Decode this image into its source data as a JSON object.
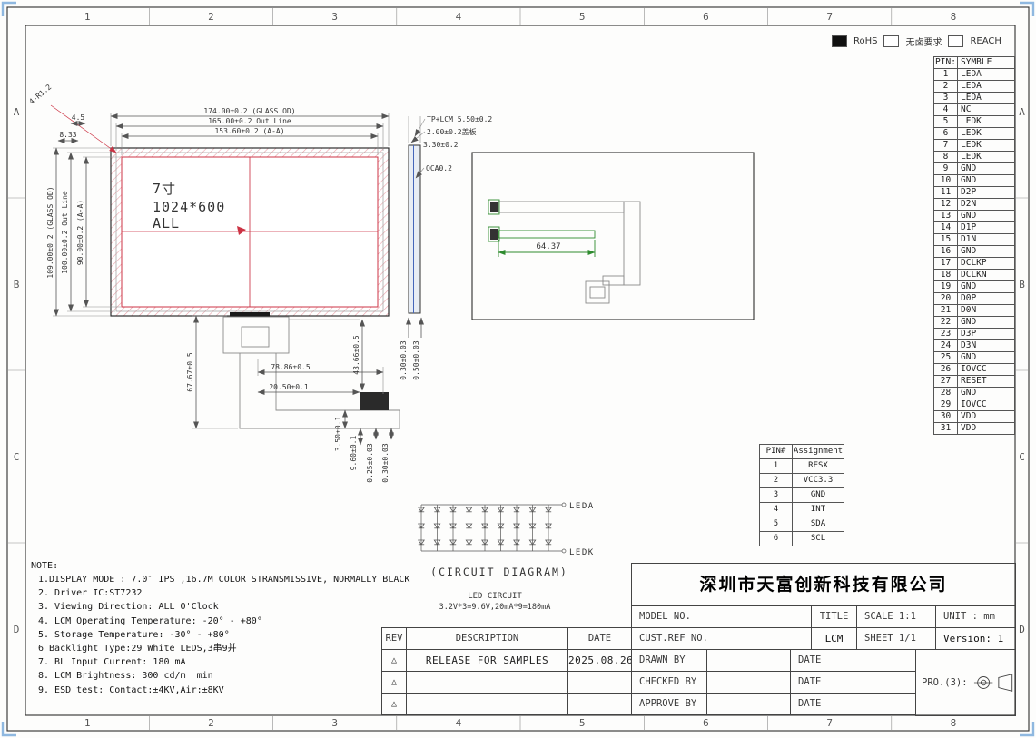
{
  "colors": {
    "line": "#3a3a3a",
    "accent_red": "#cc3344",
    "accent_green": "#2e8b2e",
    "corner_mark_blue": "#8fb8e0"
  },
  "grid": {
    "columns": [
      "1",
      "2",
      "3",
      "4",
      "5",
      "6",
      "7",
      "8"
    ],
    "rows": [
      "A",
      "B",
      "C",
      "D"
    ]
  },
  "compliance": {
    "items": [
      {
        "label": "RoHS",
        "checked": true
      },
      {
        "label": "无卤要求",
        "checked": false
      },
      {
        "label": "REACH",
        "checked": false
      }
    ]
  },
  "pin_table": {
    "header_pin": "PIN:",
    "header_symbol": "SYMBLE",
    "rows": [
      {
        "pin": "1",
        "symbol": "LEDA"
      },
      {
        "pin": "2",
        "symbol": "LEDA"
      },
      {
        "pin": "3",
        "symbol": "LEDA"
      },
      {
        "pin": "4",
        "symbol": "NC"
      },
      {
        "pin": "5",
        "symbol": "LEDK"
      },
      {
        "pin": "6",
        "symbol": "LEDK"
      },
      {
        "pin": "7",
        "symbol": "LEDK"
      },
      {
        "pin": "8",
        "symbol": "LEDK"
      },
      {
        "pin": "9",
        "symbol": "GND"
      },
      {
        "pin": "10",
        "symbol": "GND"
      },
      {
        "pin": "11",
        "symbol": "D2P"
      },
      {
        "pin": "12",
        "symbol": "D2N"
      },
      {
        "pin": "13",
        "symbol": "GND"
      },
      {
        "pin": "14",
        "symbol": "D1P"
      },
      {
        "pin": "15",
        "symbol": "D1N"
      },
      {
        "pin": "16",
        "symbol": "GND"
      },
      {
        "pin": "17",
        "symbol": "DCLKP"
      },
      {
        "pin": "18",
        "symbol": "DCLKN"
      },
      {
        "pin": "19",
        "symbol": "GND"
      },
      {
        "pin": "20",
        "symbol": "D0P"
      },
      {
        "pin": "21",
        "symbol": "D0N"
      },
      {
        "pin": "22",
        "symbol": "GND"
      },
      {
        "pin": "23",
        "symbol": "D3P"
      },
      {
        "pin": "24",
        "symbol": "D3N"
      },
      {
        "pin": "25",
        "symbol": "GND"
      },
      {
        "pin": "26",
        "symbol": "IOVCC"
      },
      {
        "pin": "27",
        "symbol": "RESET"
      },
      {
        "pin": "28",
        "symbol": "GND"
      },
      {
        "pin": "29",
        "symbol": "IOVCC"
      },
      {
        "pin": "30",
        "symbol": "VDD"
      },
      {
        "pin": "31",
        "symbol": "VDD"
      }
    ]
  },
  "assignment_table": {
    "header_pin": "PIN#",
    "header_name": "Assignment",
    "rows": [
      {
        "pin": "1",
        "name": "RESX"
      },
      {
        "pin": "2",
        "name": "VCC3.3"
      },
      {
        "pin": "3",
        "name": "GND"
      },
      {
        "pin": "4",
        "name": "INT"
      },
      {
        "pin": "5",
        "name": "SDA"
      },
      {
        "pin": "6",
        "name": "SCL"
      }
    ]
  },
  "front_view": {
    "dim_glass_w": "174.00±0.2 (GLASS OD)",
    "dim_outline_w": "165.00±0.2 Out Line",
    "dim_active_w": "153.60±0.2 (A-A)",
    "dim_glass_h": "109.00±0.2 (GLASS OD)",
    "dim_outline_h": "100.00±0.2 Out Line",
    "dim_active_h": "90.00±0.2 (A-A)",
    "corner_note": "4-R1.2",
    "dim_corner_x": "4.5",
    "dim_corner_y": "8.33",
    "screen_size": "7寸",
    "screen_res": "1024*600",
    "screen_note": "ALL",
    "dim_tail_drop": "67.67±0.5",
    "dim_tail_run": "78.86±0.5",
    "dim_tail_offset": "20.50±0.1",
    "dim_tail_height": "43.66±0.5",
    "dim_d1": "3.50±0.1",
    "dim_d2": "9.60±0.1",
    "dim_d3": "0.25±0.03",
    "dim_d4": "0.30±0.03",
    "dim_d5": "0.30±0.03",
    "dim_d6": "0.50±0.03"
  },
  "side_view": {
    "dim_stack": "TP+LCM 5.50±0.2",
    "dim_cover": "2.00±0.2盖板",
    "dim_lcm": "3.30±0.2",
    "dim_oca": "OCA0.2"
  },
  "back_view": {
    "dim_fpc": "64.37"
  },
  "circuit": {
    "anode": "LEDA",
    "cathode": "LEDK",
    "caption": "(CIRCUIT DIAGRAM)",
    "title": "LED CIRCUIT",
    "spec": "3.2V*3=9.6V,20mA*9=180mA"
  },
  "notes": {
    "title": "NOTE:",
    "items": [
      "1.DISPLAY MODE : 7.0″ IPS ,16.7M COLOR STRANSMISSIVE, NORMALLY BLACK",
      "2. Driver IC:ST7232",
      "3. Viewing Direction: ALL O'Clock",
      "4. LCM Operating Temperature: -20° - +80°",
      "5. Storage Temperature: -30° - +80°",
      "6 Backlight Type:29 White LEDS,3串9并",
      "7. BL Input Current: 180 mA",
      "8. LCM Brightness: 300 cd/m  min",
      "9. ESD test: Contact:±4KV,Air:±8KV"
    ]
  },
  "title_block": {
    "company": "深圳市天富创新科技有限公司",
    "model_no": "MODEL NO.",
    "cust_ref": "CUST.REF NO.",
    "title_label": "TITLE",
    "title_value": "LCM",
    "scale": "SCALE 1:1",
    "sheet": "SHEET 1/1",
    "unit": "UNIT : mm",
    "version": "Version: 1",
    "rev": "REV",
    "description": "DESCRIPTION",
    "date": "DATE",
    "release": "RELEASE FOR SAMPLES",
    "release_date": "2025.08.26",
    "drawn_by": "DRAWN BY",
    "checked_by": "CHECKED BY",
    "approve_by": "APPROVE BY",
    "projection": "PRO.(3):",
    "rev_mark": "△"
  }
}
